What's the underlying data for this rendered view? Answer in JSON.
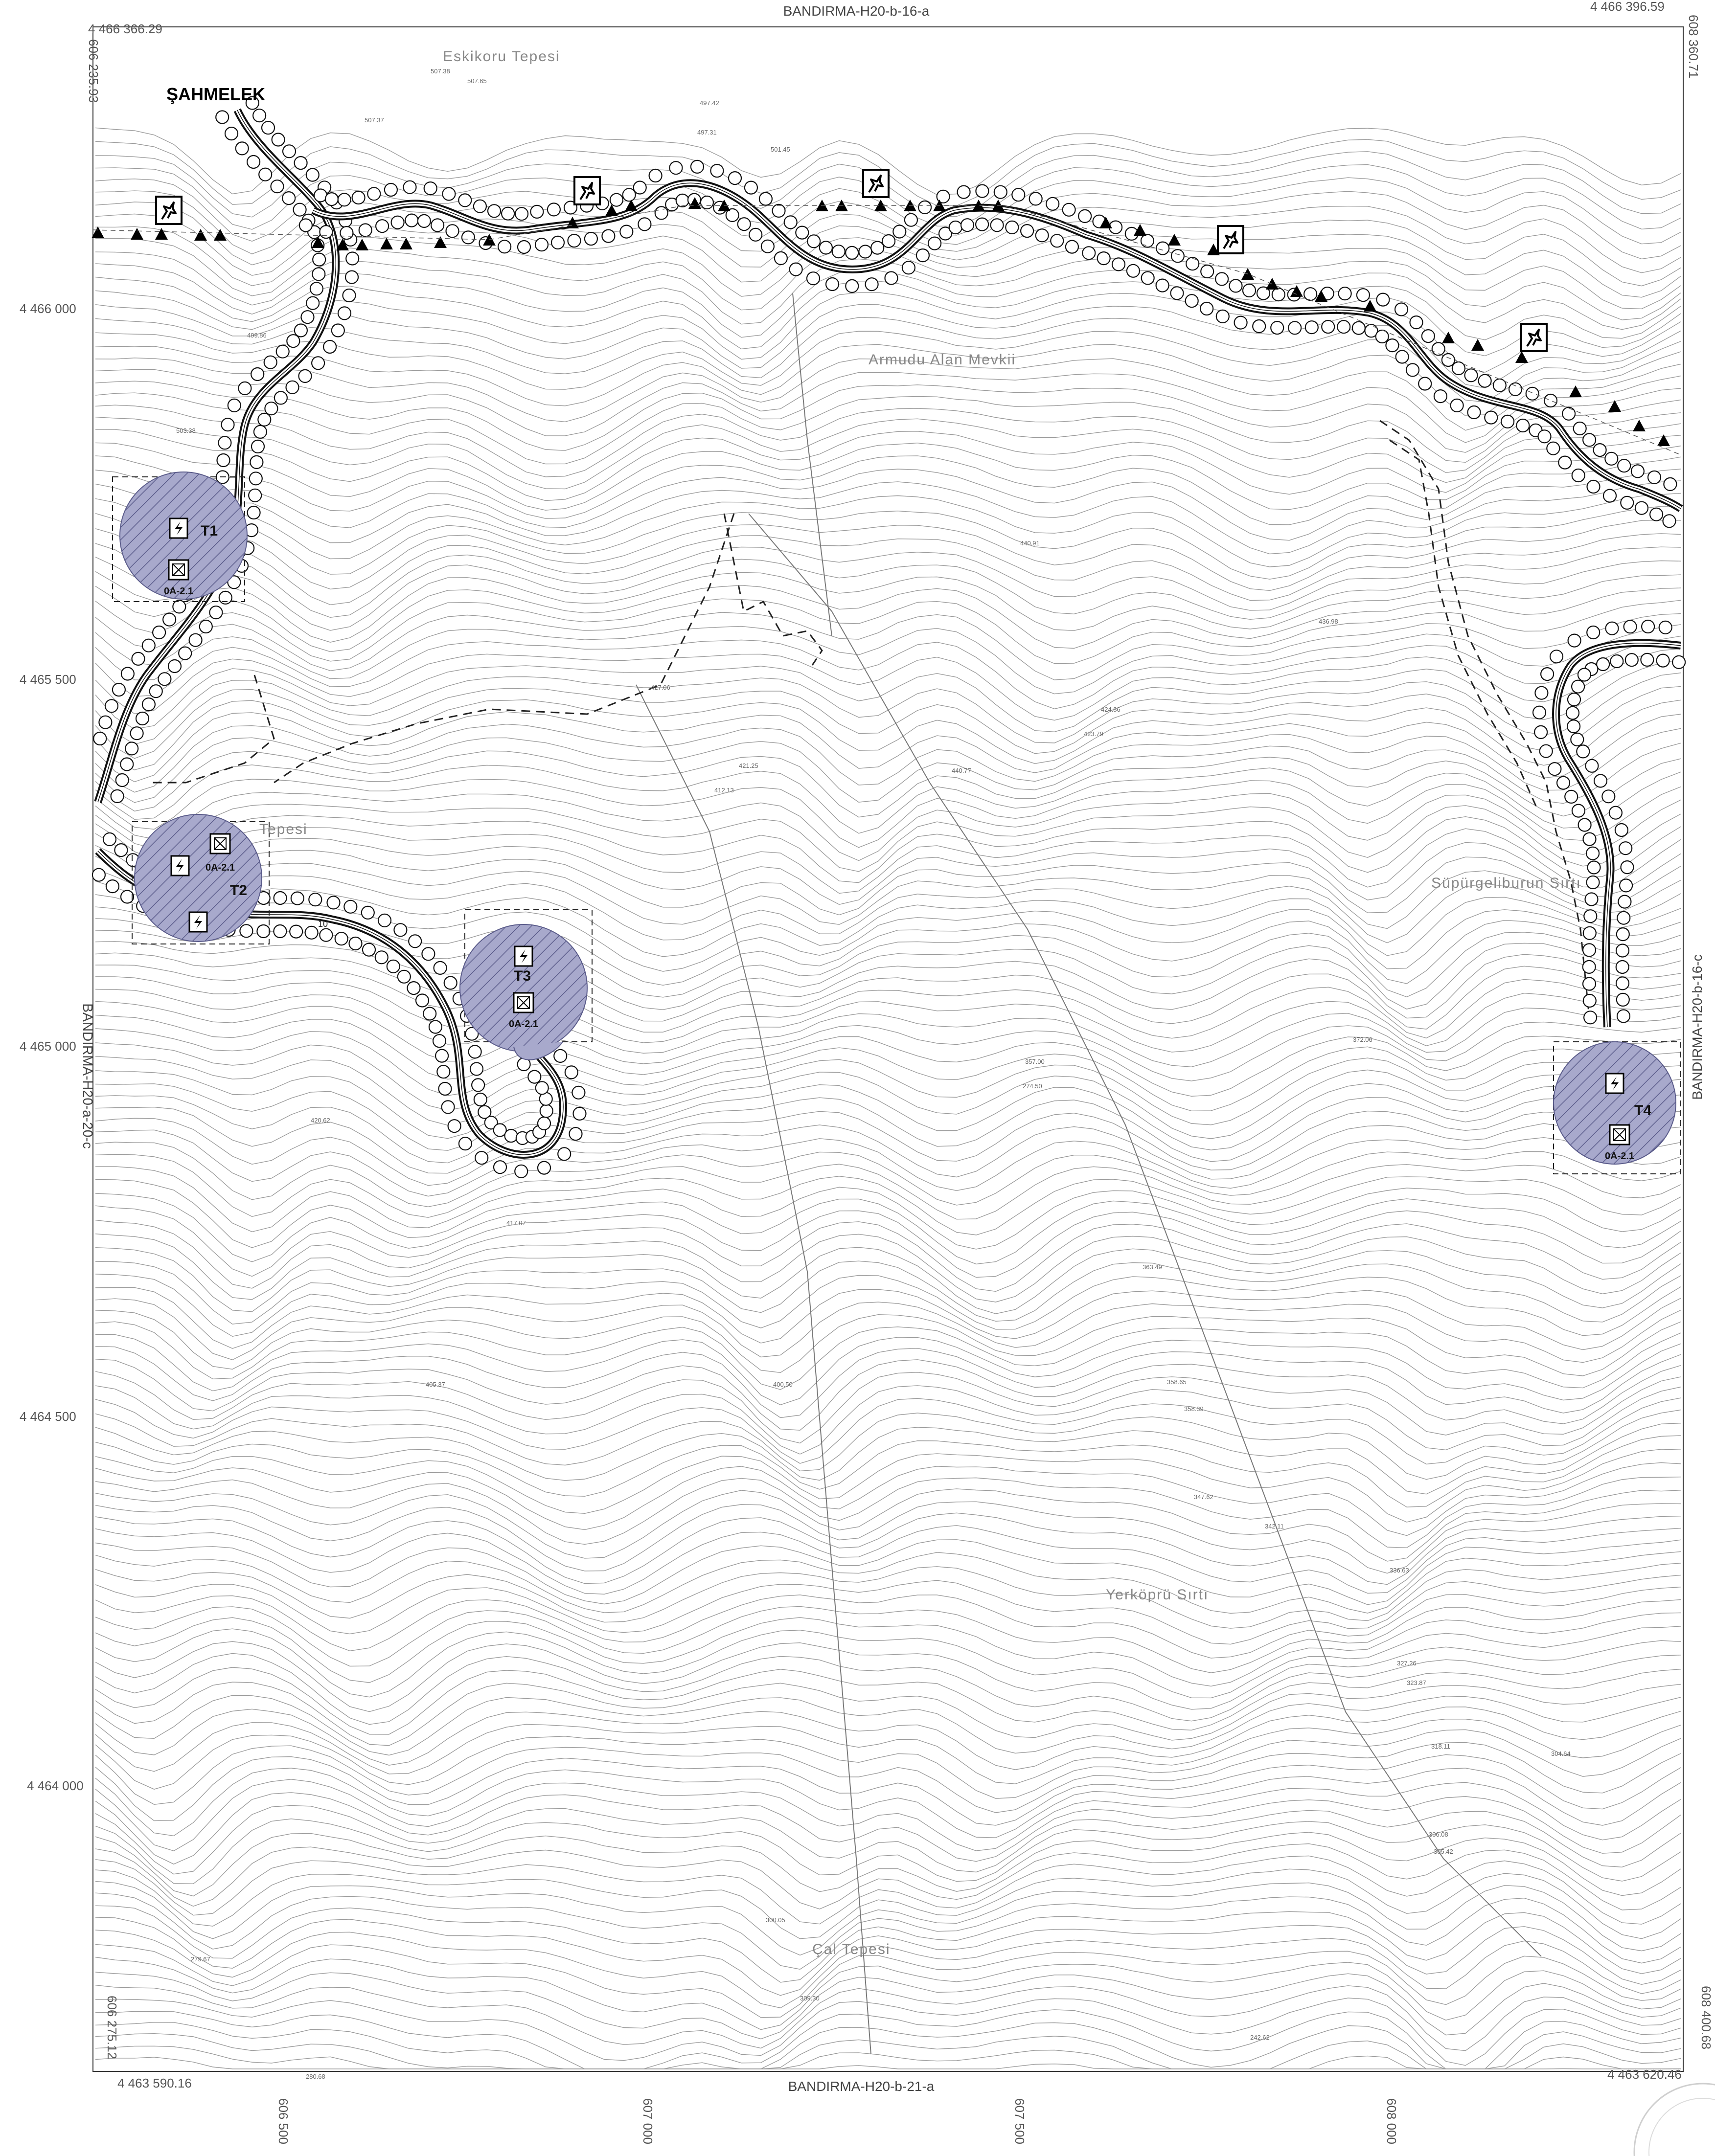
{
  "sheet_labels": {
    "top": "BANDIRMA-H20-b-16-a",
    "bottom": "BANDIRMA-H20-b-21-a",
    "left": "BANDIRMA-H20-a-20-c",
    "right": "BANDIRMA-H20-b-16-c"
  },
  "corner_coords": {
    "top_left_n": "4 466 366.29",
    "top_left_e": "606 235.93",
    "top_right_n": "4 466 396.59",
    "top_right_e": "608 360.71",
    "bottom_left_n": "4 463 590.16",
    "bottom_left_e": "606 275.12",
    "bottom_right_n": "4 463 620.46",
    "bottom_right_e": "608 400.68"
  },
  "northing_ticks": [
    "4 466 000",
    "4 465 500",
    "4 465 000",
    "4 464 500",
    "4 464 000"
  ],
  "easting_ticks": [
    "606 500",
    "607 000",
    "607 500",
    "608 000"
  ],
  "place_names": {
    "eskikoru": "Eskikoru Tepesi",
    "armudu": "Armudu Alan Mevkii",
    "supurge": "Süpürgeliburun Sırtı",
    "yerkopru": "Yerköprü Sırtı",
    "cal": "Çal Tepesi",
    "tepesi_partial": "Tepesi"
  },
  "village": "ŞAHMELEK",
  "turbines": [
    {
      "id": "T1",
      "zone": "0A-2.1"
    },
    {
      "id": "T2",
      "zone": "0A-2.1"
    },
    {
      "id": "T3",
      "zone": "0A-2.1"
    },
    {
      "id": "T4",
      "zone": "0A-2.1"
    }
  ],
  "elevations": [
    "507.38",
    "507.65",
    "507.37",
    "497.42",
    "497.31",
    "501.45",
    "503.38",
    "499.86",
    "440.91",
    "436.98",
    "427.06",
    "424.86",
    "423.79",
    "421.25",
    "440.77",
    "412.13",
    "372.06",
    "357.00",
    "274.50",
    "420.62",
    "417.07",
    "400.50",
    "405.37",
    "363.49",
    "358.65",
    "358.39",
    "347.62",
    "342.11",
    "336.63",
    "327.26",
    "323.87",
    "318.11",
    "304.64",
    "306.08",
    "305.42",
    "300.05",
    "309.30",
    "279.67",
    "280.68",
    "242.62"
  ],
  "road_label": "10"
}
